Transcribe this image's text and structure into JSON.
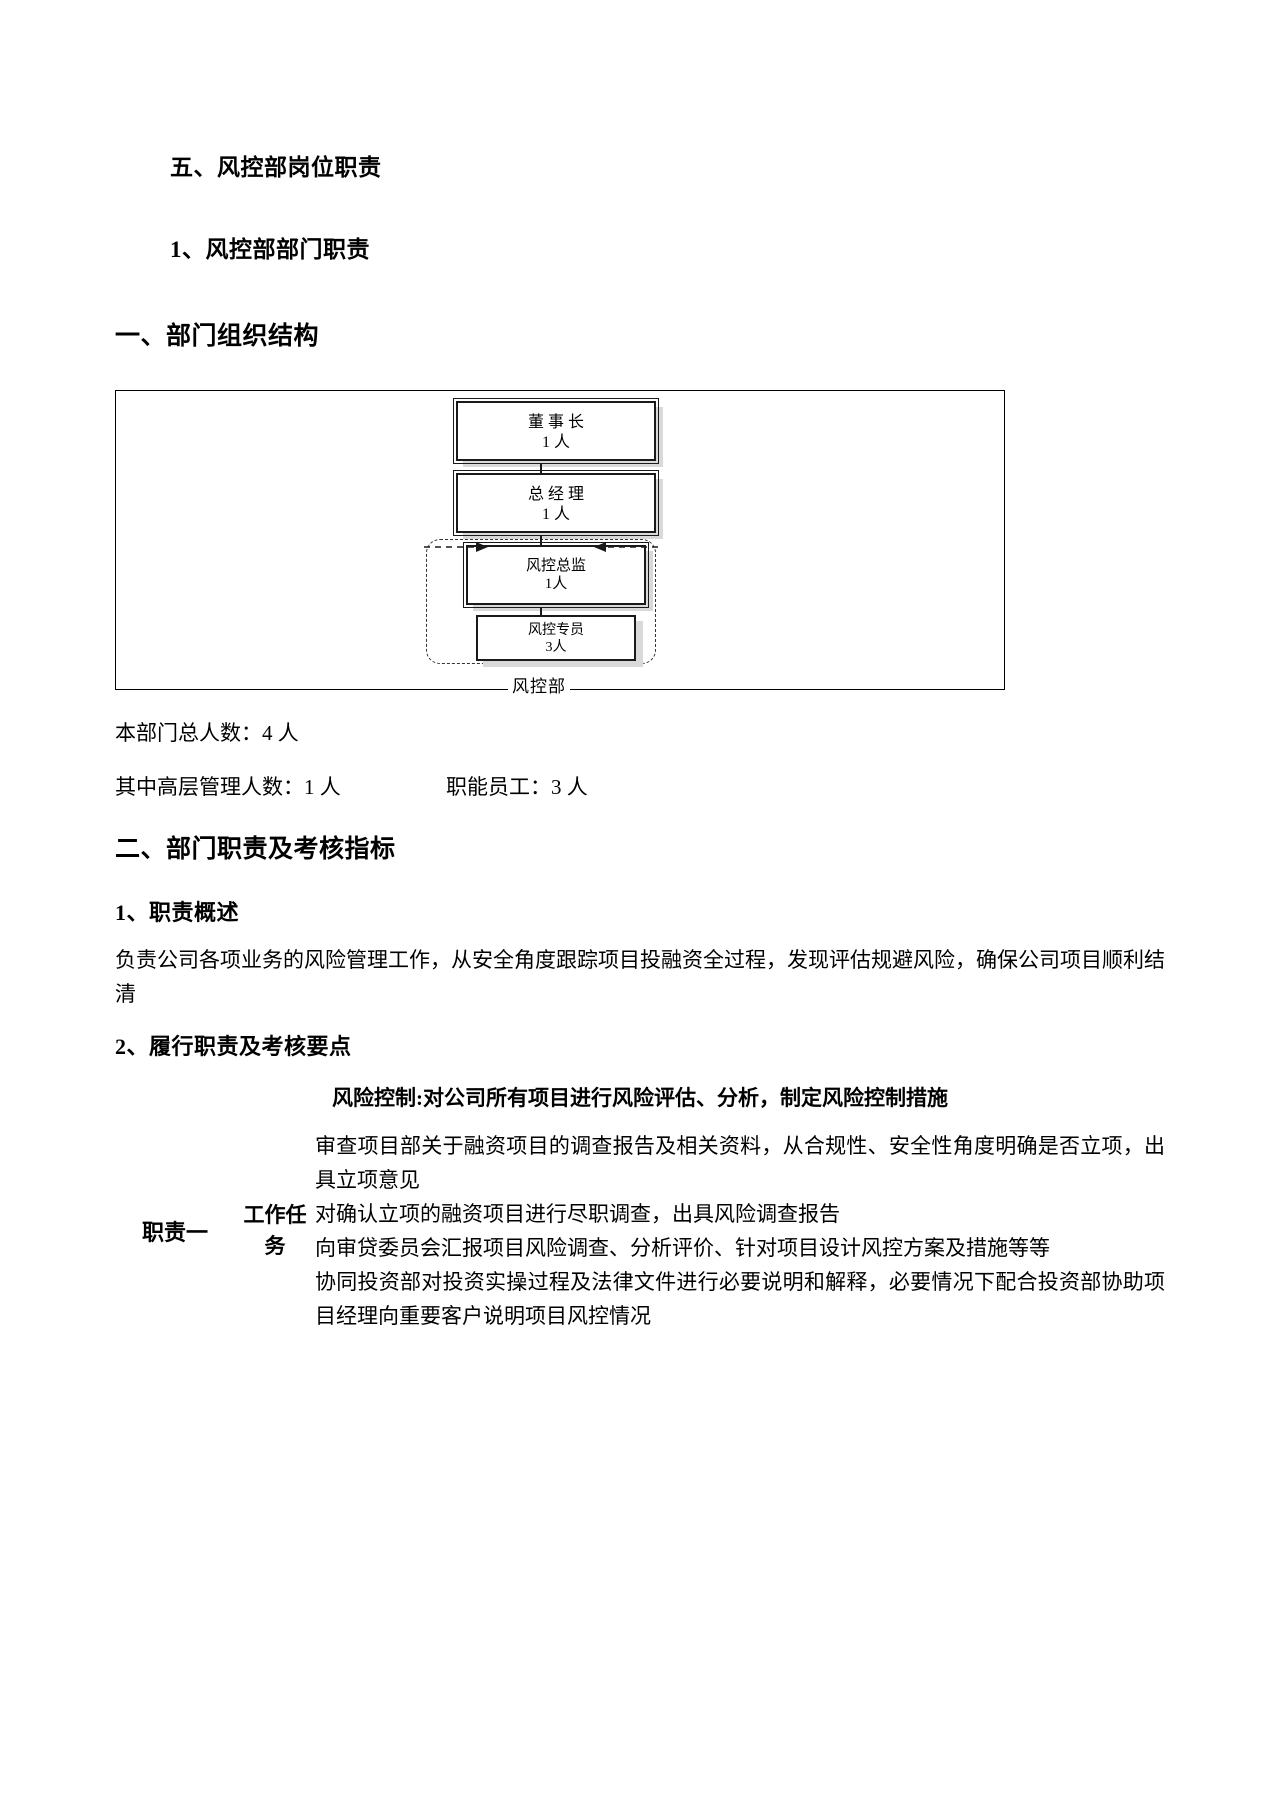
{
  "document": {
    "heading_section": "五、风控部岗位职责",
    "heading_sub": "1、风控部部门职责",
    "heading_org": "一、部门组织结构",
    "heading_duties": "二、部门职责及考核指标",
    "heading_overview": "1、职责概述",
    "heading_points": "2、履行职责及考核要点"
  },
  "org_chart": {
    "nodes": [
      {
        "title": "董 事 长",
        "count": "1 人"
      },
      {
        "title": "总 经 理",
        "count": "1 人"
      },
      {
        "title": "风控总监",
        "count": "1人"
      },
      {
        "title": "风控专员",
        "count": "3人"
      }
    ],
    "region_label": "风控部"
  },
  "stats": {
    "total_label": "本部门总人数：4 人",
    "senior_label": "其中高层管理人数：1 人",
    "staff_label": "职能员工：3 人"
  },
  "overview": {
    "paragraph": "负责公司各项业务的风险管理工作，从安全角度跟踪项目投融资全过程，发现评估规避风险，确保公司项目顺利结清"
  },
  "duty": {
    "title": "风险控制:对公司所有项目进行风险评估、分析，制定风险控制措施",
    "label": "职责一",
    "column_label": "工作任务",
    "tasks": [
      "审查项目部关于融资项目的调查报告及相关资料，从合规性、安全性角度明确是否立项，出具立项意见",
      "对确认立项的融资项目进行尽职调查，出具风险调查报告",
      "向审贷委员会汇报项目风险调查、分析评价、针对项目设计风控方案及措施等等",
      "协同投资部对投资实操过程及法律文件进行必要说明和解释，必要情况下配合投资部协助项目经理向重要客户说明项目风控情况"
    ]
  }
}
